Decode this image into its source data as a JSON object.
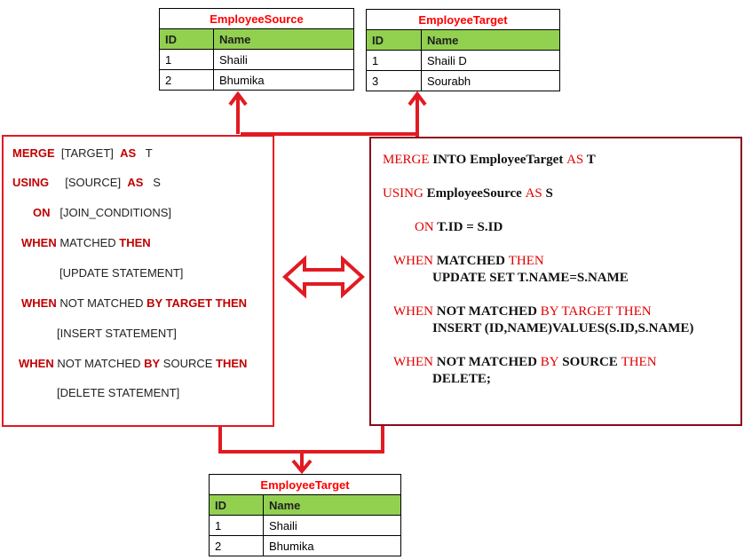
{
  "source_table": {
    "title": "EmployeeSource",
    "columns": [
      "ID",
      "Name"
    ],
    "rows": [
      [
        "1",
        "Shaili"
      ],
      [
        "2",
        "Bhumika"
      ]
    ]
  },
  "target_table": {
    "title": "EmployeeTarget",
    "columns": [
      "ID",
      "Name"
    ],
    "rows": [
      [
        "1",
        "Shaili D"
      ],
      [
        "3",
        "Sourabh"
      ]
    ]
  },
  "result_table": {
    "title": "EmployeeTarget",
    "columns": [
      "ID",
      "Name"
    ],
    "rows": [
      [
        "1",
        "Shaili"
      ],
      [
        "2",
        "Bhumika"
      ]
    ]
  },
  "syntax_template": {
    "line1": {
      "kw1": "MERGE",
      "t1": "[TARGET]",
      "kw2": "AS",
      "t2": "T"
    },
    "line2": {
      "kw1": "USING",
      "t1": "[SOURCE]",
      "kw2": "AS",
      "t2": "S"
    },
    "line3": {
      "kw1": "ON",
      "t1": "[JOIN_CONDITIONS]"
    },
    "line4": {
      "kw1": "WHEN",
      "t1": "MATCHED",
      "kw2": "THEN"
    },
    "line5": {
      "t1": "[UPDATE STATEMENT]"
    },
    "line6": {
      "kw1": "WHEN",
      "t1": "NOT MATCHED",
      "kw2": "BY TARGET",
      "kw3": "THEN"
    },
    "line7": {
      "t1": "[INSERT STATEMENT]"
    },
    "line8": {
      "kw1": "WHEN",
      "t1": "NOT MATCHED",
      "kw2": "BY",
      "t2": "SOURCE",
      "kw3": "THEN"
    },
    "line9": {
      "t1": "[DELETE STATEMENT]"
    }
  },
  "syntax_example": {
    "line1": {
      "kw1": "MERGE",
      "t1": "INTO EmployeeTarget",
      "kw2": "AS",
      "t2": "T"
    },
    "line2": {
      "kw1": "USING",
      "t1": "EmployeeSource",
      "kw2": "AS",
      "t2": "S"
    },
    "line3": {
      "kw1": "ON",
      "t1": "T.ID = S.ID"
    },
    "line4": {
      "kw1": "WHEN",
      "t1": "MATCHED",
      "kw2": "THEN"
    },
    "line5": {
      "t1": "UPDATE SET T.NAME=S.NAME"
    },
    "line6": {
      "kw1": "WHEN",
      "t1": "NOT MATCHED",
      "kw2": "BY TARGET THEN"
    },
    "line7": {
      "t1": "INSERT (ID,NAME)VALUES(S.ID,S.NAME)"
    },
    "line8": {
      "kw1": "WHEN",
      "t1": "NOT MATCHED",
      "kw2": "BY",
      "t2": "SOURCE",
      "kw3": "THEN"
    },
    "line9": {
      "t1": "DELETE;"
    }
  },
  "colors": {
    "keyword": "#c00000",
    "table_title": "#ff0000",
    "header_fill": "#92d050",
    "arrow": "#e21a22",
    "right_box_border": "#8b0a1e"
  }
}
